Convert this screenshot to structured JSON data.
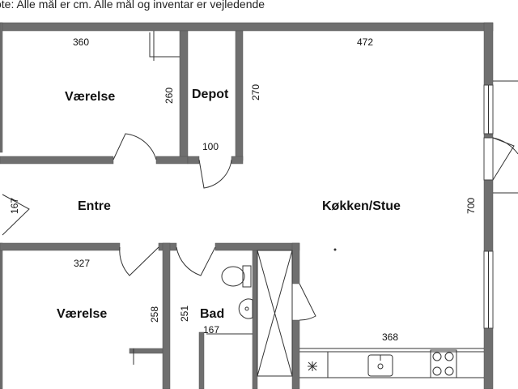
{
  "note": "ote: Alle mål er cm. Alle mål og inventar er vejledende",
  "rooms": {
    "vaerelse_top": "Værelse",
    "depot": "Depot",
    "entre": "Entre",
    "kokken_stue": "Køkken/Stue",
    "vaerelse_bottom": "Værelse",
    "bad": "Bad"
  },
  "dims": {
    "vaerelse_top_width": "360",
    "vaerelse_top_depth": "260",
    "depot_depth": "270",
    "depot_width": "100",
    "kokken_width": "472",
    "kokken_depth": "700",
    "entre_depth": "167",
    "vaerelse_bottom_width": "327",
    "vaerelse_bottom_depth": "258",
    "bad_depth": "251",
    "bad_width": "167",
    "kitchen_counter_width": "368"
  }
}
